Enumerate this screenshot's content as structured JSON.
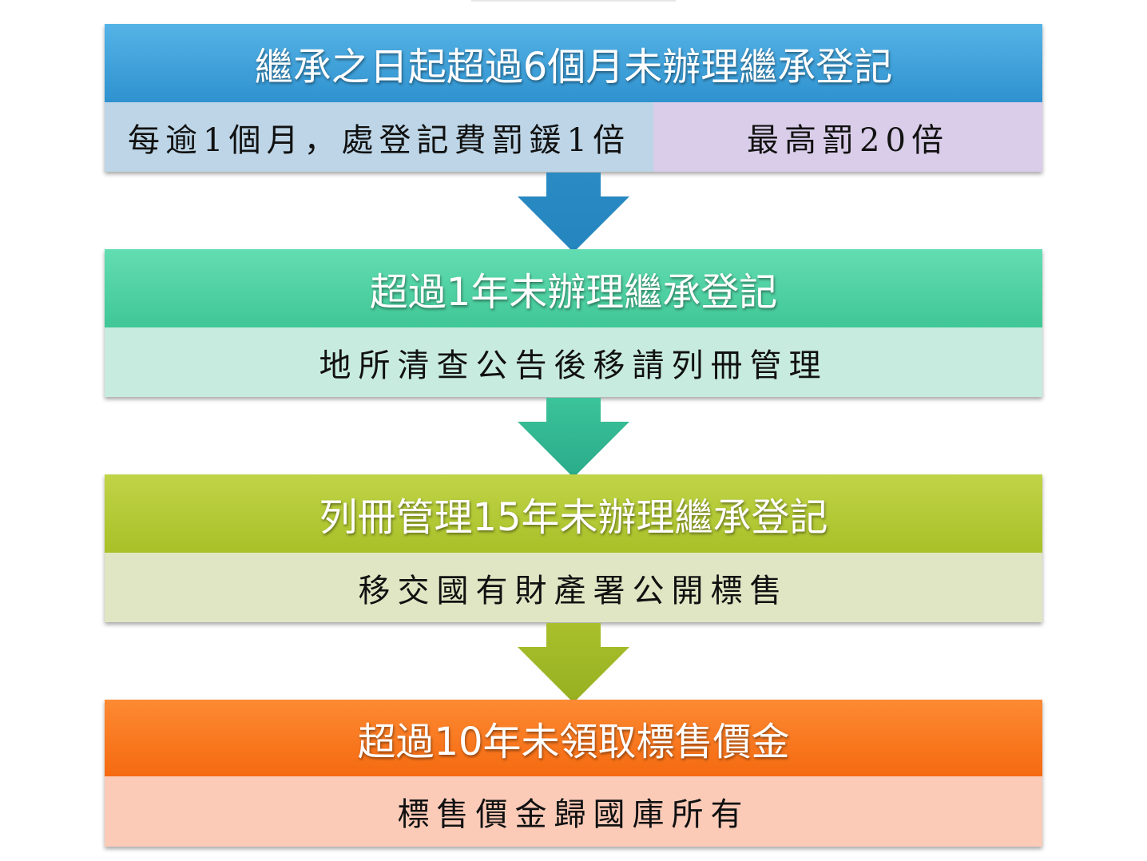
{
  "stage1": {
    "title": "繼承之日起超過6個月未辦理繼承登記",
    "detail_left": "每逾1個月，處登記費罰鍰1倍",
    "detail_right": "最高罰20倍"
  },
  "stage2": {
    "title": "超過1年未辦理繼承登記",
    "detail": "地所清查公告後移請列冊管理"
  },
  "stage3": {
    "title": "列冊管理15年未辦理繼承登記",
    "detail": "移交國有財產署公開標售"
  },
  "stage4": {
    "title": "超過10年未領取標售價金",
    "detail": "標售價金歸國庫所有"
  },
  "colors": {
    "blue": "#3ea3dc",
    "blue_light": "#bdd5e6",
    "lavender": "#d9cde9",
    "teal": "#49d0a2",
    "teal_light": "#c8ebdf",
    "olive": "#b5cb35",
    "olive_light": "#e0e6c4",
    "orange": "#fb7a1c",
    "orange_light": "#fbcbb8"
  }
}
